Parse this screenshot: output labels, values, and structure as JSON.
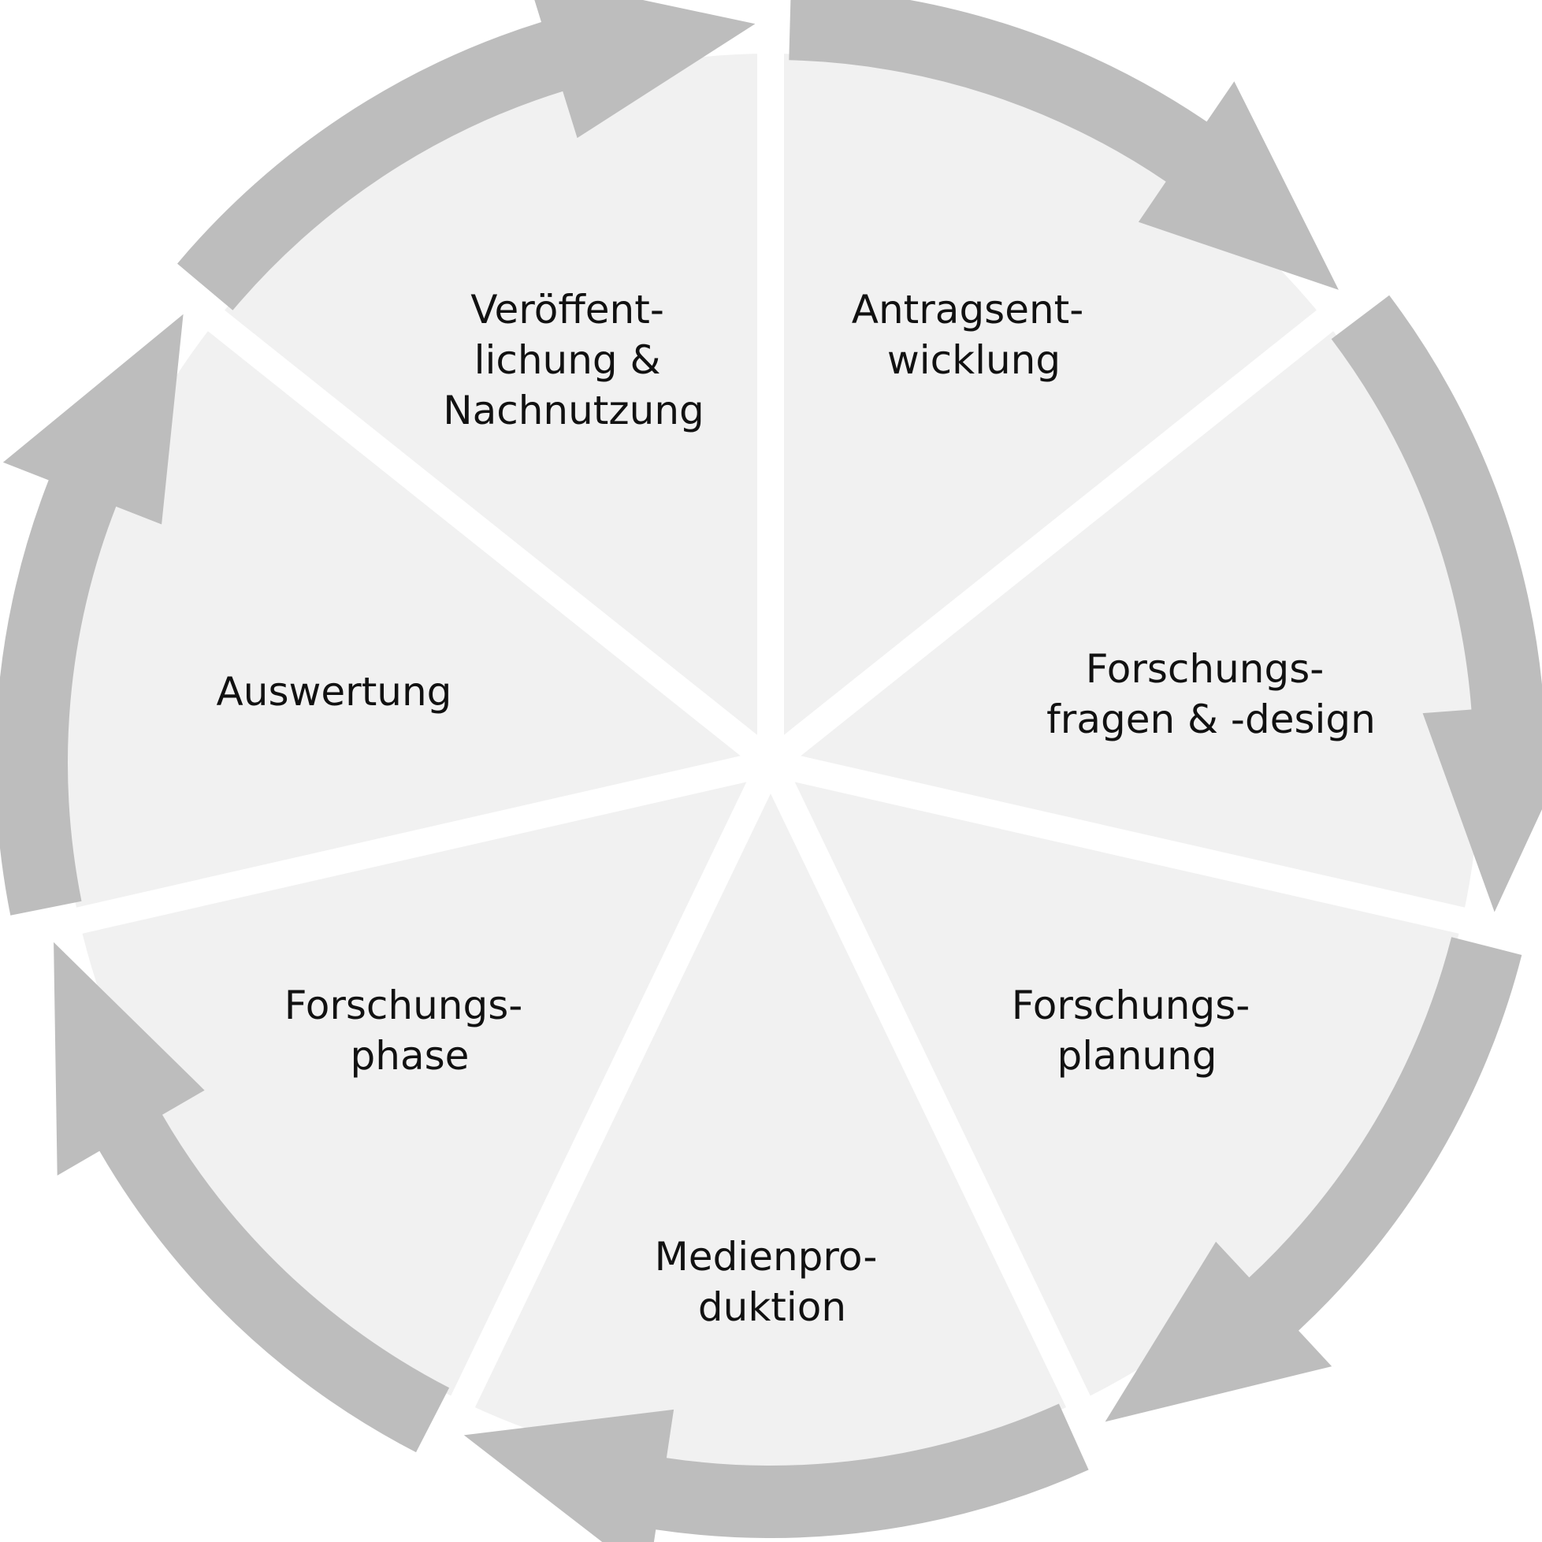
{
  "diagram": {
    "colors": {
      "segment_fill": "#f1f1f1",
      "arrow_fill": "#bdbdbd",
      "gap": "#ffffff",
      "text": "#111111"
    },
    "segments": [
      {
        "id": "antragsentwicklung",
        "lines": [
          "Antragsent-",
          "wicklung"
        ]
      },
      {
        "id": "forschungsfragen",
        "lines": [
          "Forschungs-",
          "fragen & -design"
        ]
      },
      {
        "id": "forschungsplanung",
        "lines": [
          "Forschungs-",
          "planung"
        ]
      },
      {
        "id": "medienproduktion",
        "lines": [
          "Medienpro-",
          "duktion"
        ]
      },
      {
        "id": "forschungsphase",
        "lines": [
          "Forschungs-",
          "phase"
        ]
      },
      {
        "id": "auswertung",
        "lines": [
          "Auswertung"
        ]
      },
      {
        "id": "veroeffentlichung",
        "lines": [
          "Veröffent-",
          "lichung &",
          "Nachnutzung"
        ]
      }
    ]
  }
}
